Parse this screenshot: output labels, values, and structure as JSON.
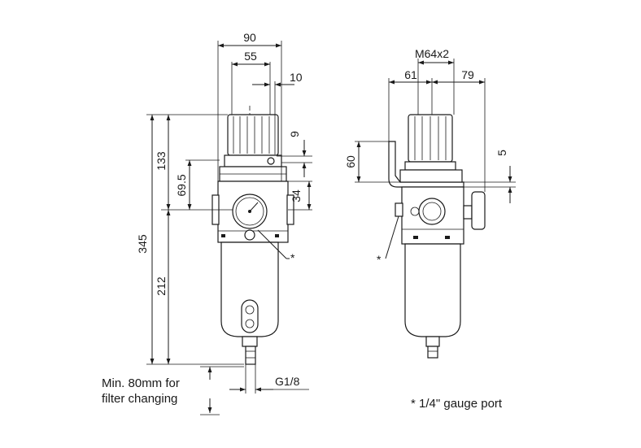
{
  "dimensions": {
    "front_width_90": "90",
    "front_width_55": "55",
    "front_offset_10": "10",
    "front_gap_9": "9",
    "front_34": "34",
    "front_height_133": "133",
    "front_height_69_5": "69.5",
    "front_height_345": "345",
    "front_height_212": "212",
    "thread_g18": "G1/8",
    "side_thread_m64": "M64x2",
    "side_61": "61",
    "side_79": "79",
    "side_60": "60",
    "side_5": "5"
  },
  "markers": {
    "front_gauge_star": "*",
    "side_gauge_star": "*"
  },
  "notes": {
    "min_clearance_line1": "Min. 80mm for",
    "min_clearance_line2": "filter changing",
    "gauge_port": "* 1/4\" gauge port"
  }
}
